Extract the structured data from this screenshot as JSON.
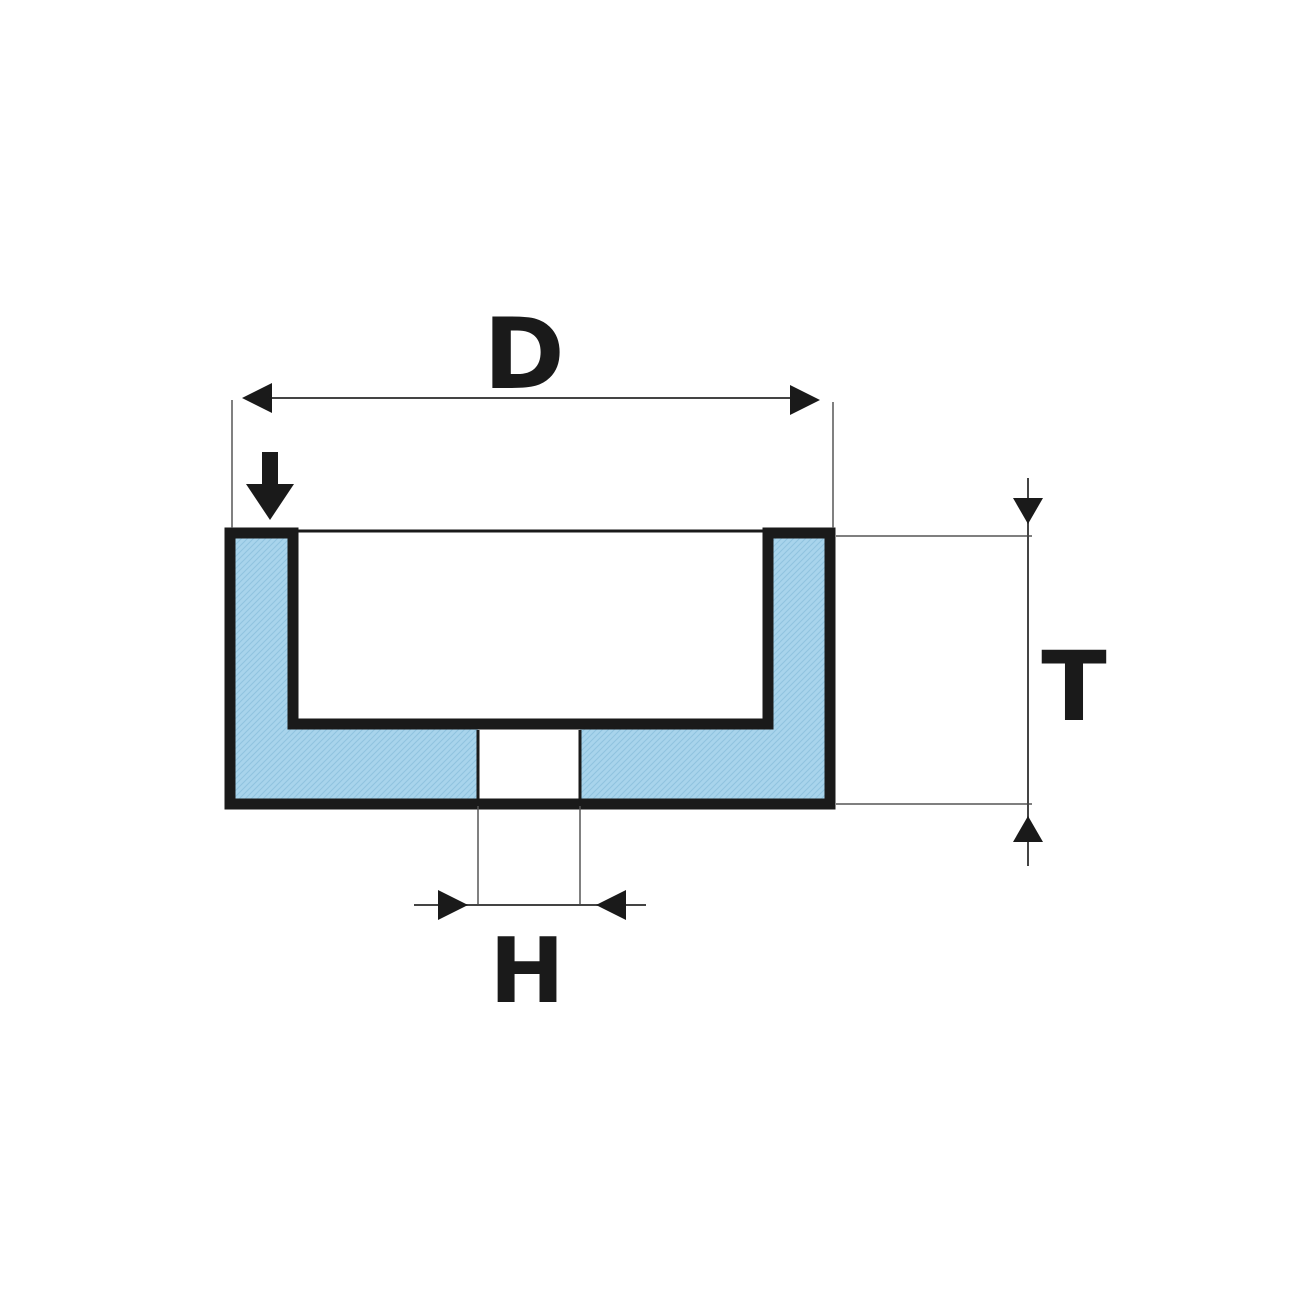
{
  "dimensions": {
    "outer_diameter": "D",
    "thickness": "T",
    "bore": "H"
  },
  "colors": {
    "abrasive_fill": "#a8d4ec",
    "outline": "#1a1a1a",
    "dimension_line": "#444444",
    "background": "#ffffff"
  },
  "icons": {
    "working_face": "down-arrow-icon"
  }
}
